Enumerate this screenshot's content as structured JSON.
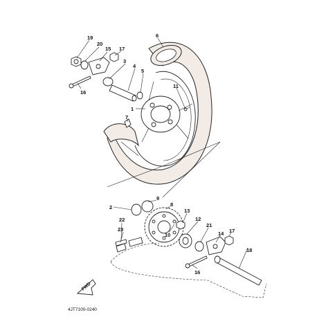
{
  "callouts": [
    "19",
    "20",
    "15",
    "17",
    "16",
    "3",
    "4",
    "5",
    "6",
    "11",
    "1",
    "7",
    "2",
    "9",
    "8",
    "22",
    "23",
    "10",
    "13",
    "12",
    "21",
    "14",
    "17",
    "18",
    "16"
  ],
  "diagram_code": "4JT7100-0240",
  "fwd_mark": "FWD"
}
